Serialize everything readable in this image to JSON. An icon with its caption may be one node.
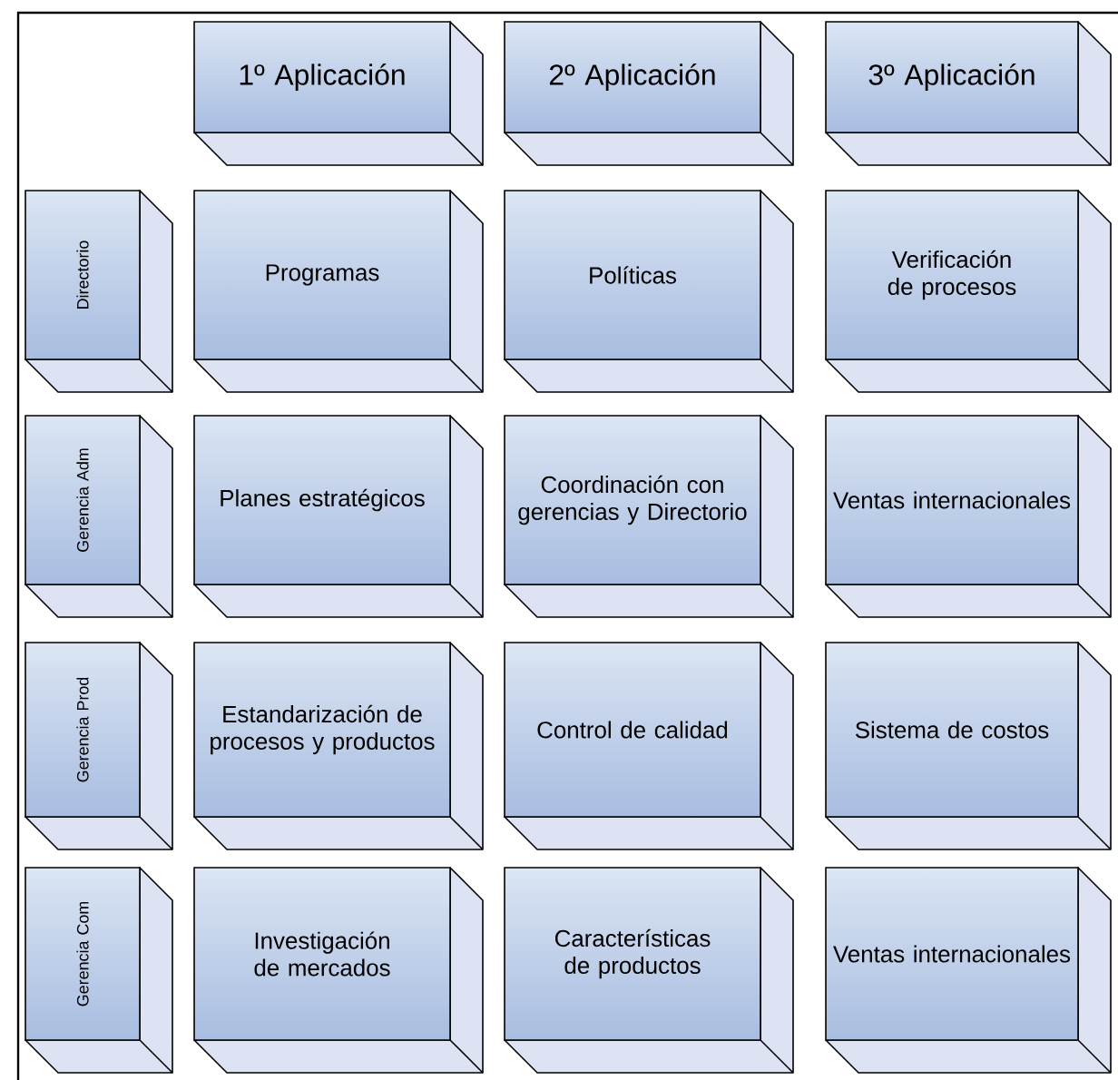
{
  "diagram": {
    "nodes": [
      {
        "text": [
          "1º Aplicación"
        ]
      },
      {
        "text": [
          "2º Aplicación"
        ]
      },
      {
        "text": [
          "3º Aplicación"
        ]
      },
      {
        "text": [
          "Directorio"
        ]
      },
      {
        "text": [
          "Programas"
        ]
      },
      {
        "text": [
          "Políticas"
        ]
      },
      {
        "text": [
          "Verificación de procesos"
        ]
      },
      {
        "text": [
          "Gerencia Adm"
        ]
      },
      {
        "text": [
          "Planes estratégicos"
        ]
      },
      {
        "text": [
          "Coordinación con gerencias y Directorio"
        ]
      },
      {
        "text": [
          "Ventas internacionales"
        ]
      },
      {
        "text": [
          "Gerencia Prod"
        ]
      },
      {
        "text": [
          "Estandarización de procesos y productos"
        ]
      },
      {
        "text": [
          "Control de calidad"
        ]
      },
      {
        "text": [
          "Sistema de costos"
        ]
      },
      {
        "text": [
          "Gerencia Com"
        ]
      },
      {
        "text": [
          "Investigación de mercados"
        ]
      },
      {
        "text": [
          "Características de productos"
        ]
      },
      {
        "text": [
          "Ventas internacionales"
        ]
      }
    ]
  }
}
